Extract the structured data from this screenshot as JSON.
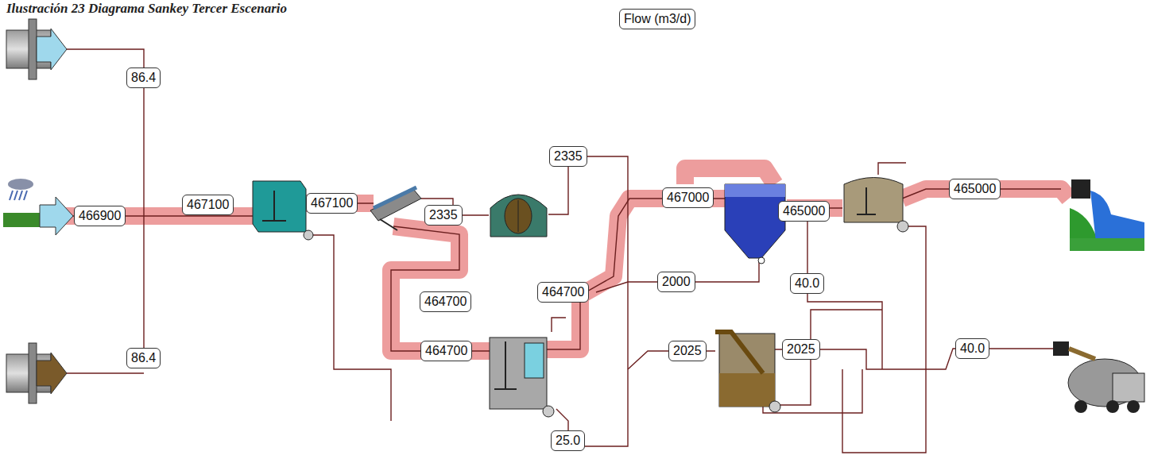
{
  "diagram": {
    "title": "Ilustración 23 Diagrama Sankey Tercer Escenario",
    "labels": [
      "Flow (m3/d)",
      "86.4",
      "2335",
      "466900",
      "467100",
      "467100",
      "2335",
      "467000",
      "465000",
      "465000",
      "2000",
      "40.0",
      "464700",
      "464700",
      "86.4",
      "464700",
      "2025",
      "2025",
      "40.0",
      "25.0"
    ]
  }
}
